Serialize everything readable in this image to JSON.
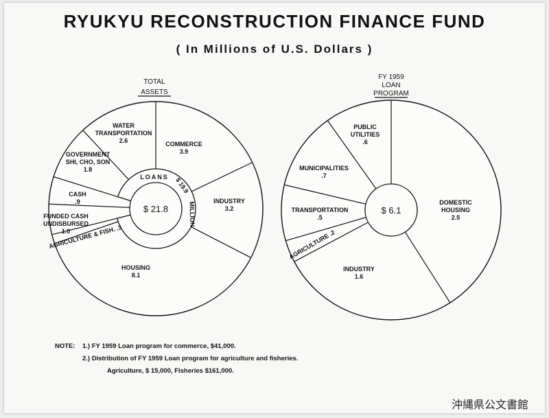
{
  "title": "RYUKYU  RECONSTRUCTION  FINANCE  FUND",
  "subtitle": "( In  Millions  of   U.S.  Dollars )",
  "chart_data": [
    {
      "type": "pie",
      "heading": [
        "TOTAL",
        "ASSETS"
      ],
      "center_label": "$ 21.8",
      "ring_label": [
        "LOANS",
        "$ 19.9",
        "MILLION"
      ],
      "slices": [
        {
          "label": [
            "COMMERCE"
          ],
          "value": 3.9,
          "value_text": "3.9",
          "ring": "loans"
        },
        {
          "label": [
            "INDUSTRY"
          ],
          "value": 3.2,
          "value_text": "3.2",
          "ring": "loans"
        },
        {
          "label": [
            "HOUSING"
          ],
          "value": 8.1,
          "value_text": "8.1",
          "ring": "loans"
        },
        {
          "label": [
            "AGRICULTURE & FISH."
          ],
          "value": 0.3,
          "value_text": ".3",
          "ring": "loans"
        },
        {
          "label": [
            "FUNDED CASH",
            "UNDISBURSED"
          ],
          "value": 1.0,
          "value_text": "1.0"
        },
        {
          "label": [
            "CASH"
          ],
          "value": 0.9,
          "value_text": ".9"
        },
        {
          "label": [
            "GOVERNMENT",
            "SHI, CHO, SON"
          ],
          "value": 1.8,
          "value_text": "1.8",
          "ring": "loans"
        },
        {
          "label": [
            "WATER",
            "TRANSPORTATION"
          ],
          "value": 2.6,
          "value_text": "2.6",
          "ring": "loans"
        }
      ]
    },
    {
      "type": "pie",
      "heading": [
        "FY 1959",
        "LOAN",
        "PROGRAM"
      ],
      "center_label": "$ 6.1",
      "slices": [
        {
          "label": [
            "DOMESTIC",
            "HOUSING"
          ],
          "value": 2.5,
          "value_text": "2.5"
        },
        {
          "label": [
            "INDUSTRY"
          ],
          "value": 1.6,
          "value_text": "1.6"
        },
        {
          "label": [
            "AGRICULTURE"
          ],
          "value": 0.2,
          "value_text": ".2"
        },
        {
          "label": [
            "TRANSPORTATION"
          ],
          "value": 0.5,
          "value_text": ".5"
        },
        {
          "label": [
            "MUNICIPALITIES"
          ],
          "value": 0.7,
          "value_text": ".7"
        },
        {
          "label": [
            "PUBLIC",
            "UTILITIES"
          ],
          "value": 0.6,
          "value_text": ".6"
        }
      ]
    }
  ],
  "notes": {
    "head": "NOTE:",
    "line1": "1.) FY 1959  Loan program  for  commerce, $41,000.",
    "line2": "2.) Distribution  of  FY 1959  Loan program  for  agriculture  and  fisheries.",
    "line3": "Agriculture,  $ 15,000,     Fisheries  $161,000."
  },
  "stamp": "沖縄県公文書館"
}
